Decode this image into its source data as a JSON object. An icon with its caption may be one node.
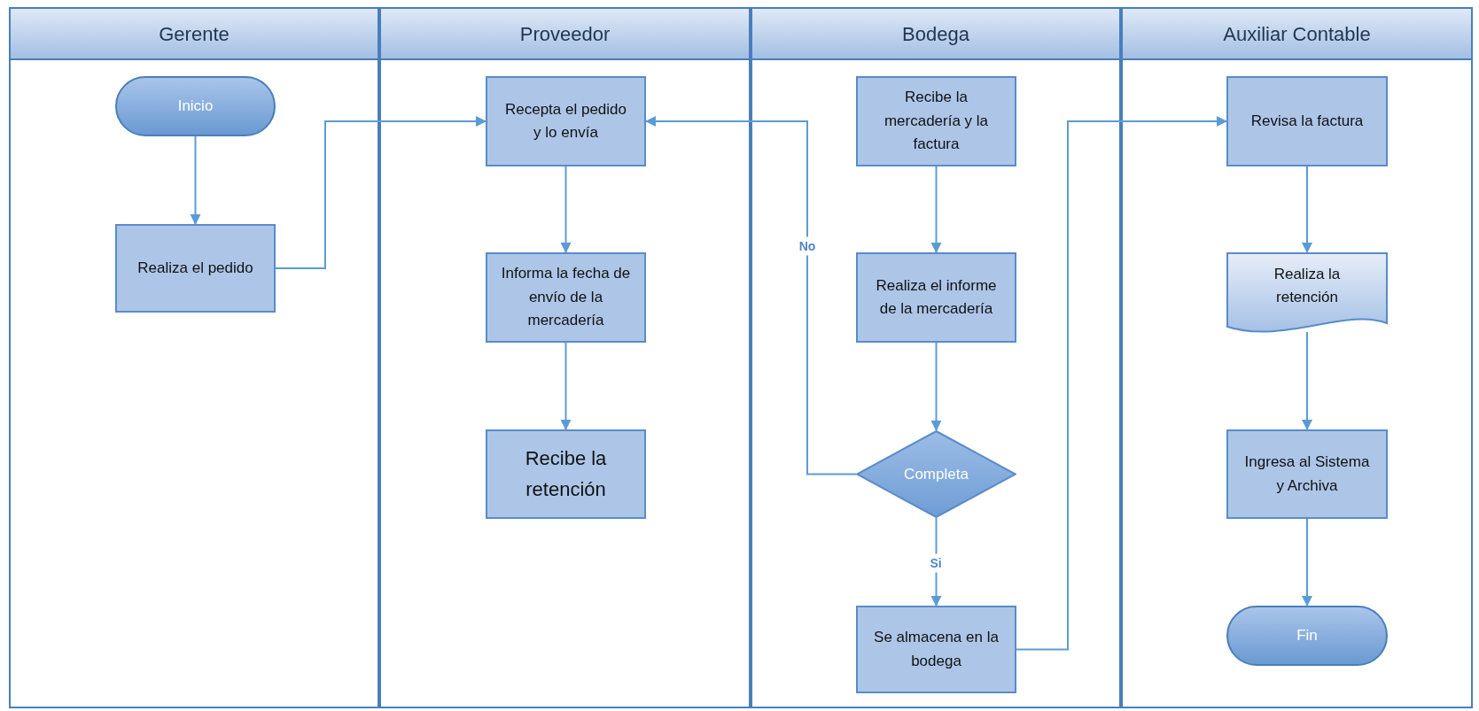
{
  "diagram": {
    "nodes": [
      {
        "text": [
          "Gerente"
        ]
      },
      {
        "text": [
          "Inicio"
        ],
        "in": 0
      },
      {
        "text": [
          "Realiza el pedido"
        ],
        "in": 0
      },
      {
        "text": [
          "Proveedor"
        ]
      },
      {
        "text": [
          "Recepta el pedido y lo envía"
        ],
        "in": 3
      },
      {
        "text": [
          "Informa la fecha de envío de la mercadería"
        ],
        "in": 3
      },
      {
        "text": [
          "Recibe la retención"
        ],
        "in": 3
      },
      {
        "text": [
          "Bodega"
        ]
      },
      {
        "text": [
          "Recibe la mercadería y la factura"
        ],
        "in": 7
      },
      {
        "text": [
          "Realiza el informe de la mercadería"
        ],
        "in": 7
      },
      {
        "text": [
          "Completa"
        ],
        "in": 7
      },
      {
        "text": [
          "Se almacena en la bodega"
        ],
        "in": 7
      },
      {
        "text": [
          "Auxiliar Contable"
        ]
      },
      {
        "text": [
          "Revisa la factura"
        ],
        "in": 12
      },
      {
        "text": [
          "Realiza la retención"
        ],
        "in": 12
      },
      {
        "text": [
          "Ingresa al Sistema y Archiva"
        ],
        "in": 12
      },
      {
        "text": [
          "Fin"
        ],
        "in": 12
      }
    ],
    "edges": [
      {
        "from": 1,
        "to": 2,
        "arrow": "to"
      },
      {
        "from": 2,
        "to": 4,
        "arrow": "to"
      },
      {
        "from": 4,
        "to": 5,
        "arrow": "to"
      },
      {
        "from": 5,
        "to": 6,
        "arrow": "to"
      },
      {
        "from": 8,
        "to": 9,
        "arrow": "to"
      },
      {
        "from": 9,
        "to": 10,
        "arrow": "to"
      },
      {
        "from": 10,
        "to": 4,
        "arrow": "to",
        "label": "No"
      },
      {
        "from": 10,
        "to": 11,
        "arrow": "to",
        "label": "Si"
      },
      {
        "from": 11,
        "to": 13,
        "arrow": "to"
      },
      {
        "from": 13,
        "to": 14,
        "arrow": "to"
      },
      {
        "from": 14,
        "to": 15,
        "arrow": "to"
      },
      {
        "from": 15,
        "to": 16,
        "arrow": "to"
      }
    ]
  }
}
